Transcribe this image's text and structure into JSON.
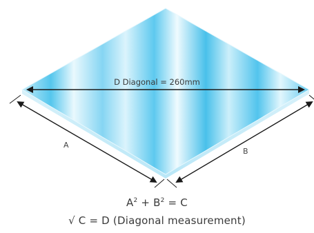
{
  "diagram": {
    "diagonal_label": "D Diagonal = 260mm",
    "side_a_label": "A",
    "side_b_label": "B",
    "formula_line1": {
      "a": "A",
      "exp": "2",
      "plus_b": " + B",
      "equals_c": " = C"
    },
    "formula_line2": "√ C = D (Diagonal measurement)",
    "colors": {
      "glass_light": "#e6f7fd",
      "glass_mid": "#a8e3f6",
      "glass_dark": "#3fbde9",
      "glass_edge": "#cdeef9",
      "arrow": "#1a1a1a",
      "text": "#3a3a3a"
    },
    "icons": [
      "glass-pane-icon",
      "diagonal-arrow-icon",
      "side-a-arrow-icon",
      "side-b-arrow-icon"
    ]
  }
}
